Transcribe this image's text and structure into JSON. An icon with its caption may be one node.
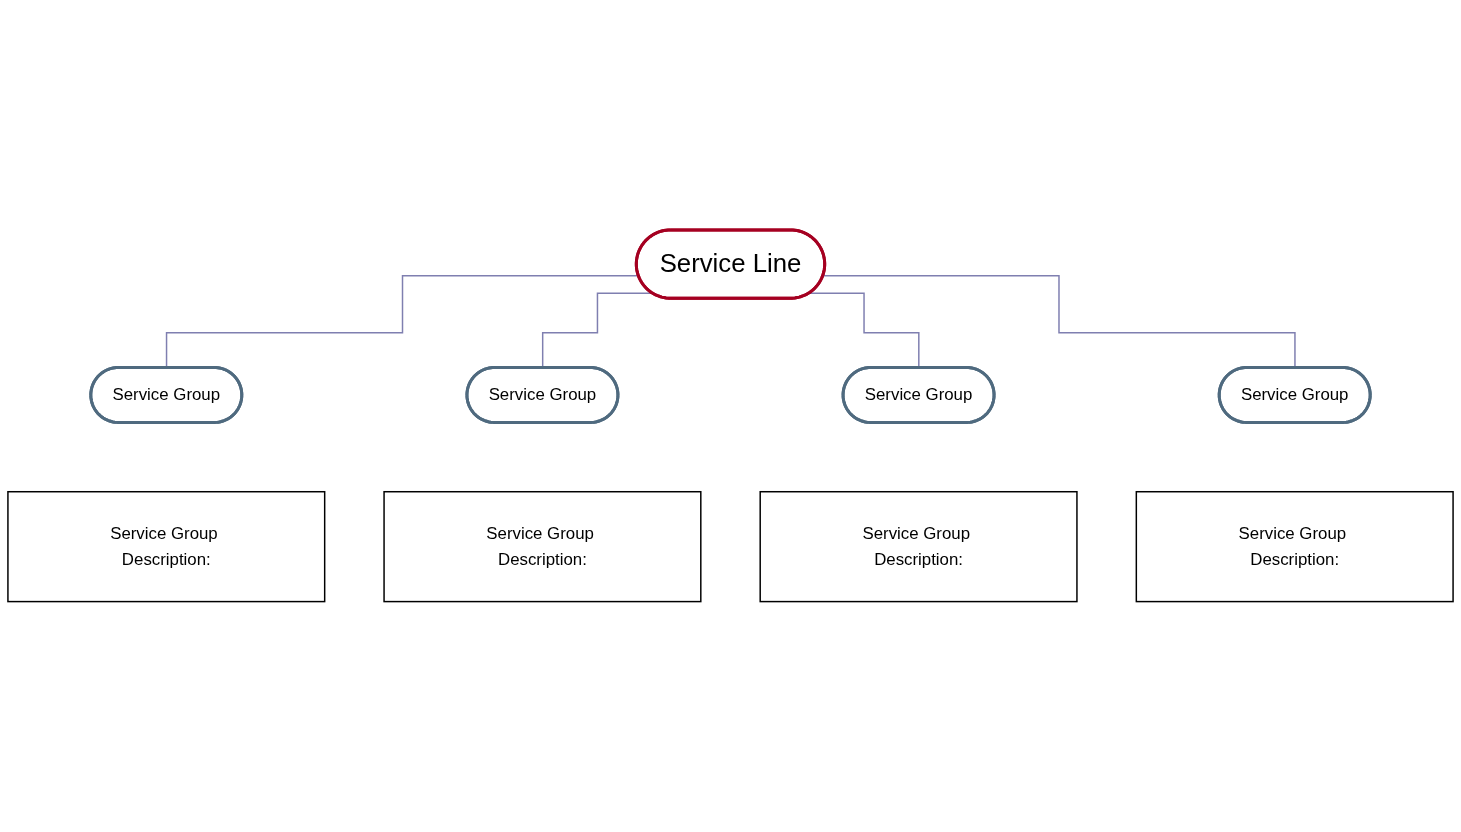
{
  "diagram": {
    "nodes": [
      {
        "text": [
          "Service Line"
        ]
      },
      {
        "text": [
          "Service Group"
        ]
      },
      {
        "text": [
          "Service Group"
        ]
      },
      {
        "text": [
          "Service Group"
        ]
      },
      {
        "text": [
          "Service Group"
        ]
      },
      {
        "text": [
          "Service Group Description:"
        ]
      },
      {
        "text": [
          "Service Group Description:"
        ]
      },
      {
        "text": [
          "Service Group Description:"
        ]
      },
      {
        "text": [
          "Service Group Description:"
        ]
      }
    ],
    "edges": [
      {
        "from": 0,
        "to": 1,
        "arrow": "none"
      },
      {
        "from": 0,
        "to": 2,
        "arrow": "none"
      },
      {
        "from": 0,
        "to": 3,
        "arrow": "none"
      },
      {
        "from": 0,
        "to": 4,
        "arrow": "none"
      }
    ]
  }
}
